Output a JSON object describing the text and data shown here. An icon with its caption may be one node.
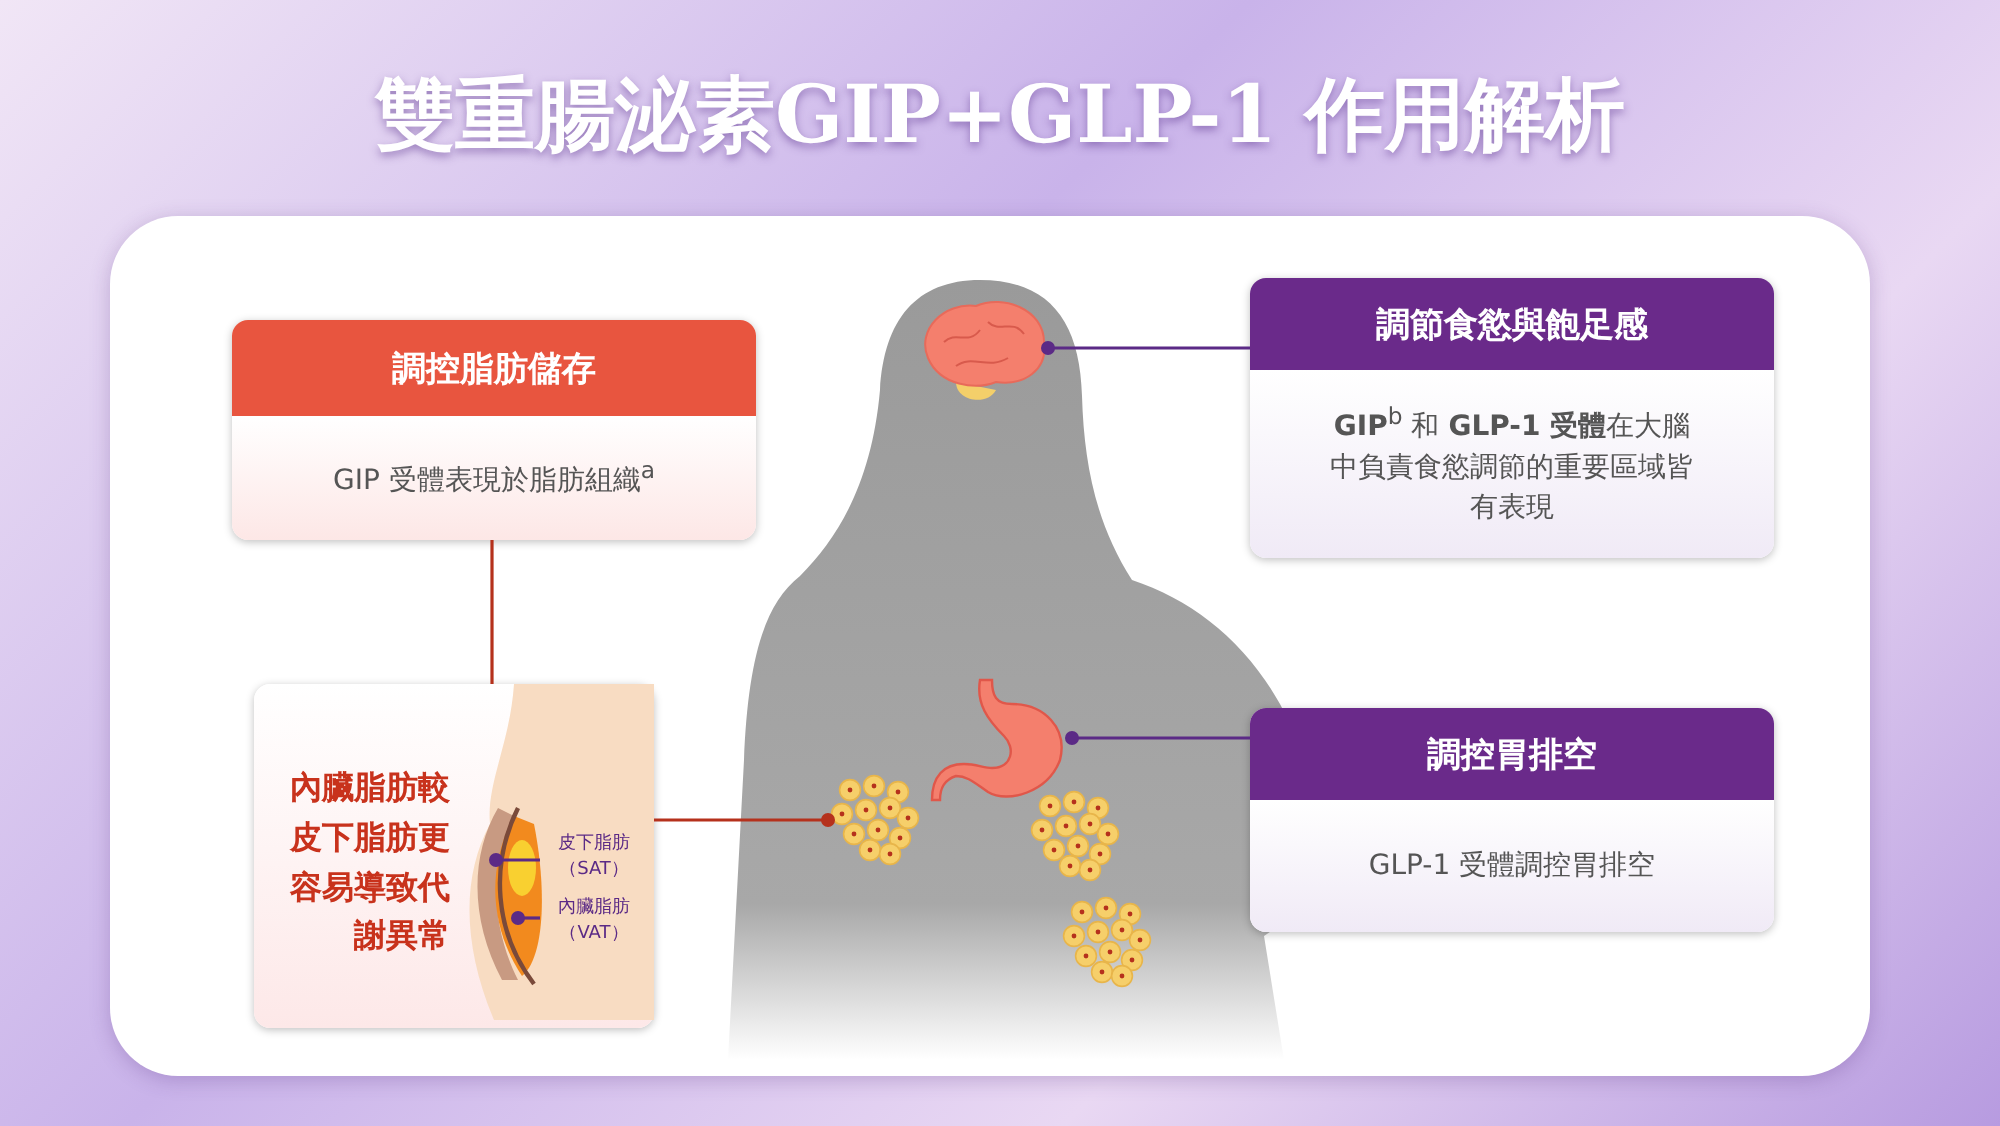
{
  "diagram": {
    "title": "雙重腸泌素GIP+GLP-1 作用解析",
    "nodes": [
      {
        "text": [
          "調控脂肪儲存",
          "GIP 受體表現於脂肪組織$^{a}$"
        ]
      },
      {
        "text": [
          "內臟脂肪較皮下脂肪更容易導致代謝異常"
        ]
      },
      {
        "text": [
          "皮下脂肪（SAT）"
        ],
        "in": 1
      },
      {
        "text": [
          "內臟脂肪（VAT）"
        ],
        "in": 1
      },
      {
        "text": [],
        "shape": "picture"
      },
      {
        "text": [
          "調節食慾與飽足感",
          "**GIP**$^{b}$ 和 **GLP-1 受體**在大腦中負責食慾調節的重要區域皆有表現"
        ]
      },
      {
        "text": [],
        "shape": "picture"
      },
      {
        "text": [
          "調控胃排空",
          "GLP-1 受體調控胃排空"
        ]
      },
      {
        "text": [],
        "shape": "picture"
      }
    ],
    "edges": [
      {
        "from": 0,
        "to": 1,
        "arrow": "none",
        "color": "#b5311c"
      },
      {
        "from": 1,
        "to": 8,
        "arrow": "other",
        "color": "#b5311c"
      },
      {
        "from": 2,
        "to": null,
        "arrow": "other"
      },
      {
        "from": 3,
        "to": null,
        "arrow": "other"
      },
      {
        "from": 5,
        "to": 4,
        "arrow": "other"
      },
      {
        "from": 7,
        "to": 6,
        "arrow": "other"
      }
    ]
  }
}
